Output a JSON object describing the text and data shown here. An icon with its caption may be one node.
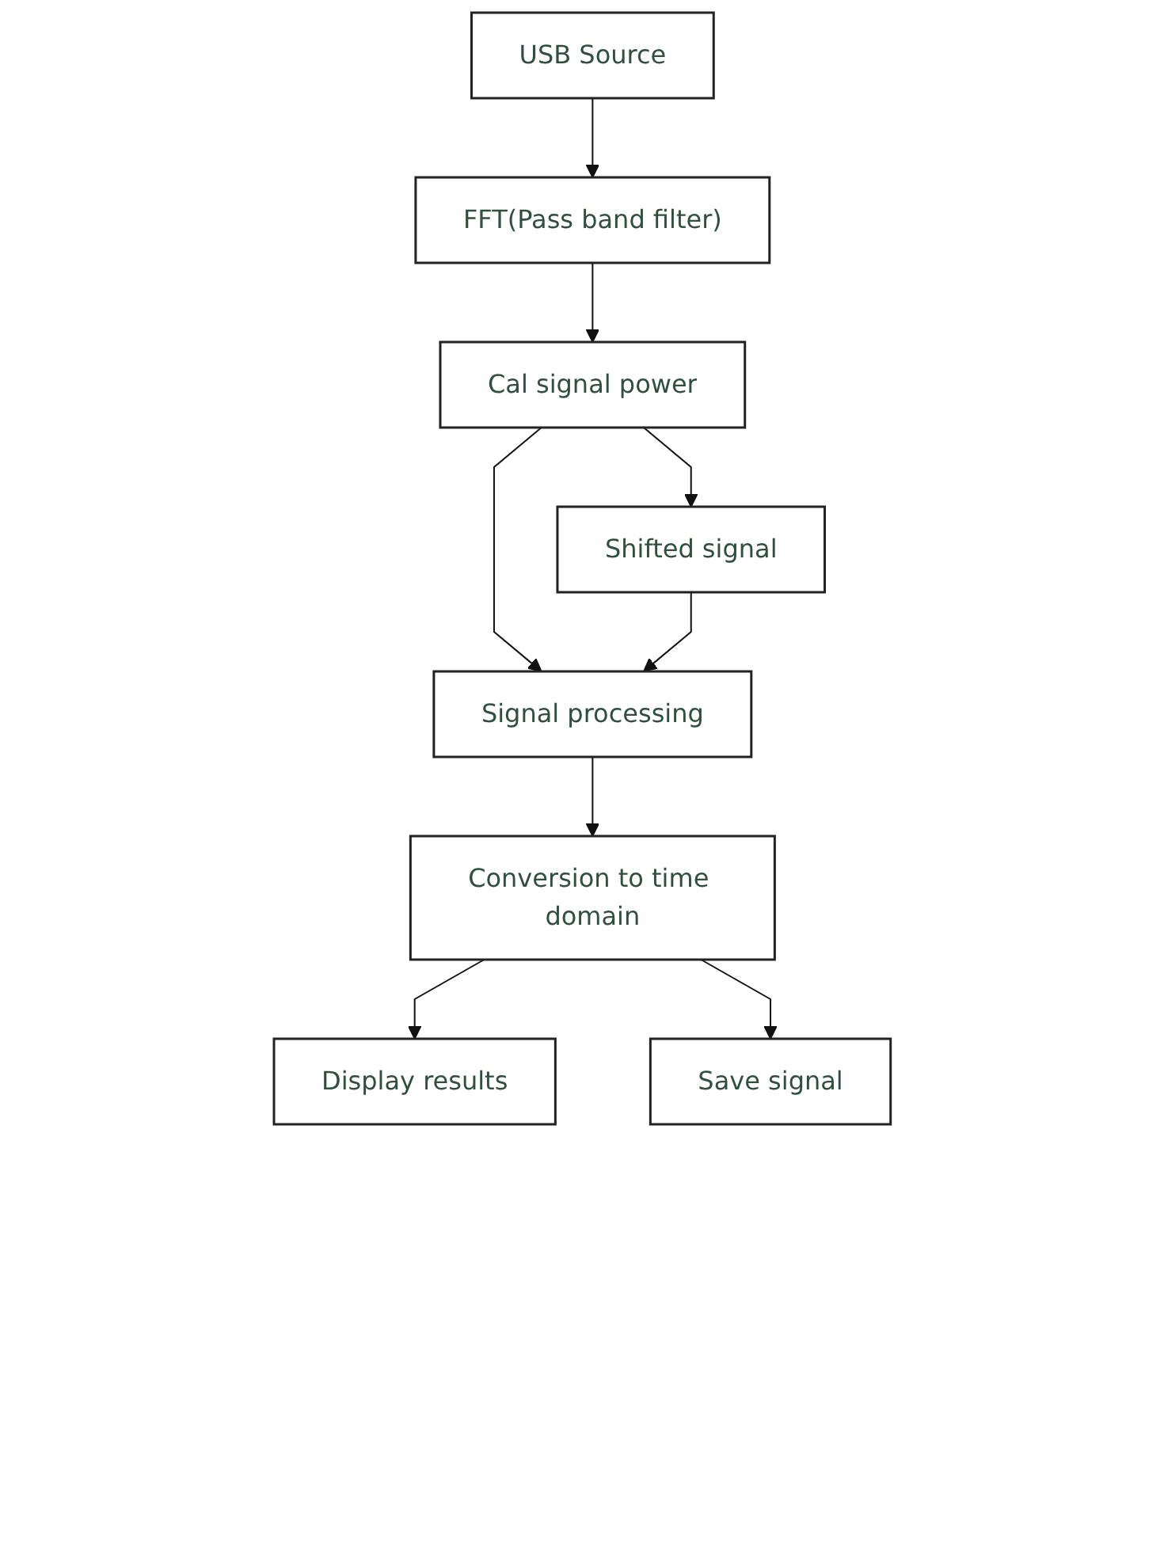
{
  "diagram": {
    "nodes": [
      {
        "text": [
          "USB Source"
        ]
      },
      {
        "text": [
          "FFT(Pass band filter)"
        ]
      },
      {
        "text": [
          "Cal signal power"
        ]
      },
      {
        "text": [
          "Signal processing"
        ]
      },
      {
        "text": [
          "Shifted signal"
        ]
      },
      {
        "text": [
          "Conversion to time domain"
        ]
      },
      {
        "text": [
          "Display results"
        ]
      },
      {
        "text": [
          "Save signal"
        ]
      }
    ],
    "edges": [
      {
        "from": 0,
        "to": 1,
        "arrow": "to"
      },
      {
        "from": 1,
        "to": 2,
        "arrow": "to"
      },
      {
        "from": 2,
        "to": 3,
        "arrow": "to"
      },
      {
        "from": 2,
        "to": 4,
        "arrow": "to"
      },
      {
        "from": 4,
        "to": 3,
        "arrow": "to"
      },
      {
        "from": 3,
        "to": 5,
        "arrow": "to"
      },
      {
        "from": 5,
        "to": 6,
        "arrow": "to"
      },
      {
        "from": 5,
        "to": 7,
        "arrow": "to"
      }
    ]
  }
}
